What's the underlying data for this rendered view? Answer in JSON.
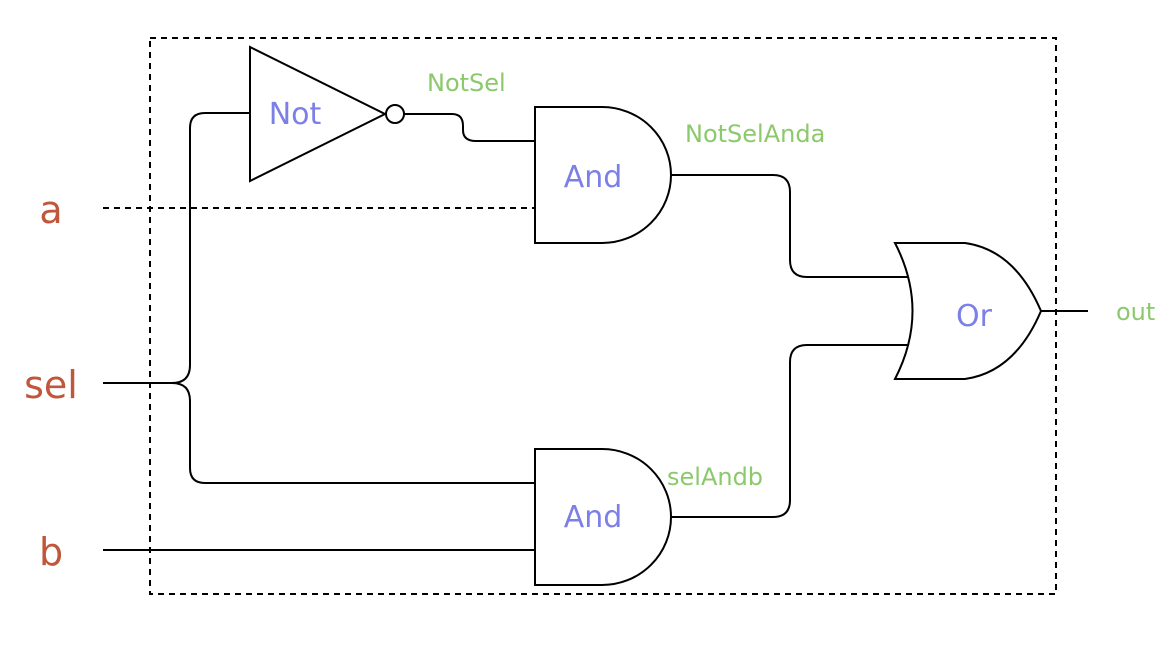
{
  "colors": {
    "input_label": "#c0563c",
    "gate_label": "#7b7fe6",
    "wire_label": "#8cc96c",
    "stroke": "#000000",
    "background": "#ffffff"
  },
  "inputs": {
    "a": "a",
    "sel": "sel",
    "b": "b"
  },
  "gates": {
    "not": "Not",
    "and_top": "And",
    "and_bottom": "And",
    "or": "Or"
  },
  "wires": {
    "not_sel": "NotSel",
    "not_sel_and_a": "NotSelAnda",
    "sel_and_b": "selAndb",
    "out": "out"
  }
}
